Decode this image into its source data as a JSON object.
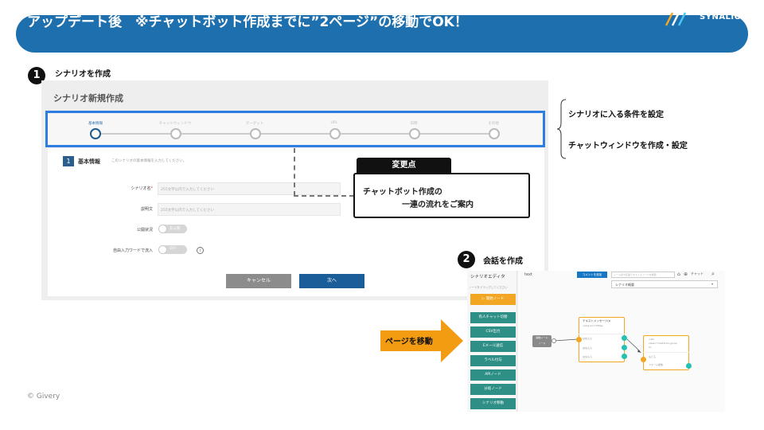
{
  "header": {
    "title": "アップデート後　※チャットボット作成までに”2ページ”の移動でOK！",
    "logo_text": "SYNALIO"
  },
  "step1": {
    "number": "1",
    "label": "シナリオを作成"
  },
  "step2": {
    "number": "2",
    "label": "会話を作成"
  },
  "scenario_form": {
    "title": "シナリオ新規作成",
    "stepper": [
      "基本情報",
      "チャットウィンドウ",
      "ターゲット",
      "URL",
      "日時",
      "その他"
    ],
    "section_number": "1",
    "section_title": "基本情報",
    "section_desc": "このシナリオの基本情報を入力してください。",
    "fields": [
      {
        "label": "シナリオ名",
        "required_mark": "*",
        "placeholder": "255文字以内で入力してください"
      },
      {
        "label": "説明文",
        "placeholder": "255文字以内で入力してください"
      }
    ],
    "public_label": "公開状況",
    "public_toggle": "非公開",
    "free_input_label": "自由入力ワードで流入",
    "free_input_toggle": "OFF",
    "info_icon": "i",
    "cancel_button": "キャンセル",
    "next_button": "次へ"
  },
  "callout": {
    "tab": "変更点",
    "line1": "チャットボット作成の",
    "line2": "一連の流れをご案内"
  },
  "notes": [
    "シナリオに入る条件を設定",
    "チャットウィンドウを作成・設定"
  ],
  "editor": {
    "title": "シナリオエディタ",
    "hint": "ノードをドラッグしてください",
    "start_node_button": "開始ノード",
    "tab": "text",
    "comment_button": "コメントを追加",
    "node_search_placeholder": "ノード名や応答テキストでノードを検索",
    "chat_button": "チャット",
    "scenario_select": "シナリオ概要",
    "side_buttons": [
      "有人チャット切替",
      "CSV出力",
      "Eメール送信",
      "ラベル付与",
      "APIノード",
      "分岐ノード",
      "シナリオ移動"
    ],
    "start_node": {
      "line1": "開始ノード",
      "line2": "ノード"
    },
    "node1": {
      "title": "テキストメッセージ(a",
      "sub": "<img src=\"https:",
      "options": [
        "はなんら",
        "はなんら",
        "はなんら"
      ]
    },
    "node2": {
      "line1": "<div",
      "line2": "class=\"chat-form-group",
      "line3": "m-",
      "options": [
        "もどる",
        "フォーム送信"
      ]
    }
  },
  "move_label": "ページを移動",
  "copyright": "© Givery",
  "icons": {
    "home": "home-icon",
    "zoom": "zoom-icon",
    "search": "search-icon"
  },
  "colors": {
    "header": "#1d6fae",
    "highlight": "#2e7de0",
    "orange": "#f2a623",
    "teal": "#2e8f86"
  }
}
